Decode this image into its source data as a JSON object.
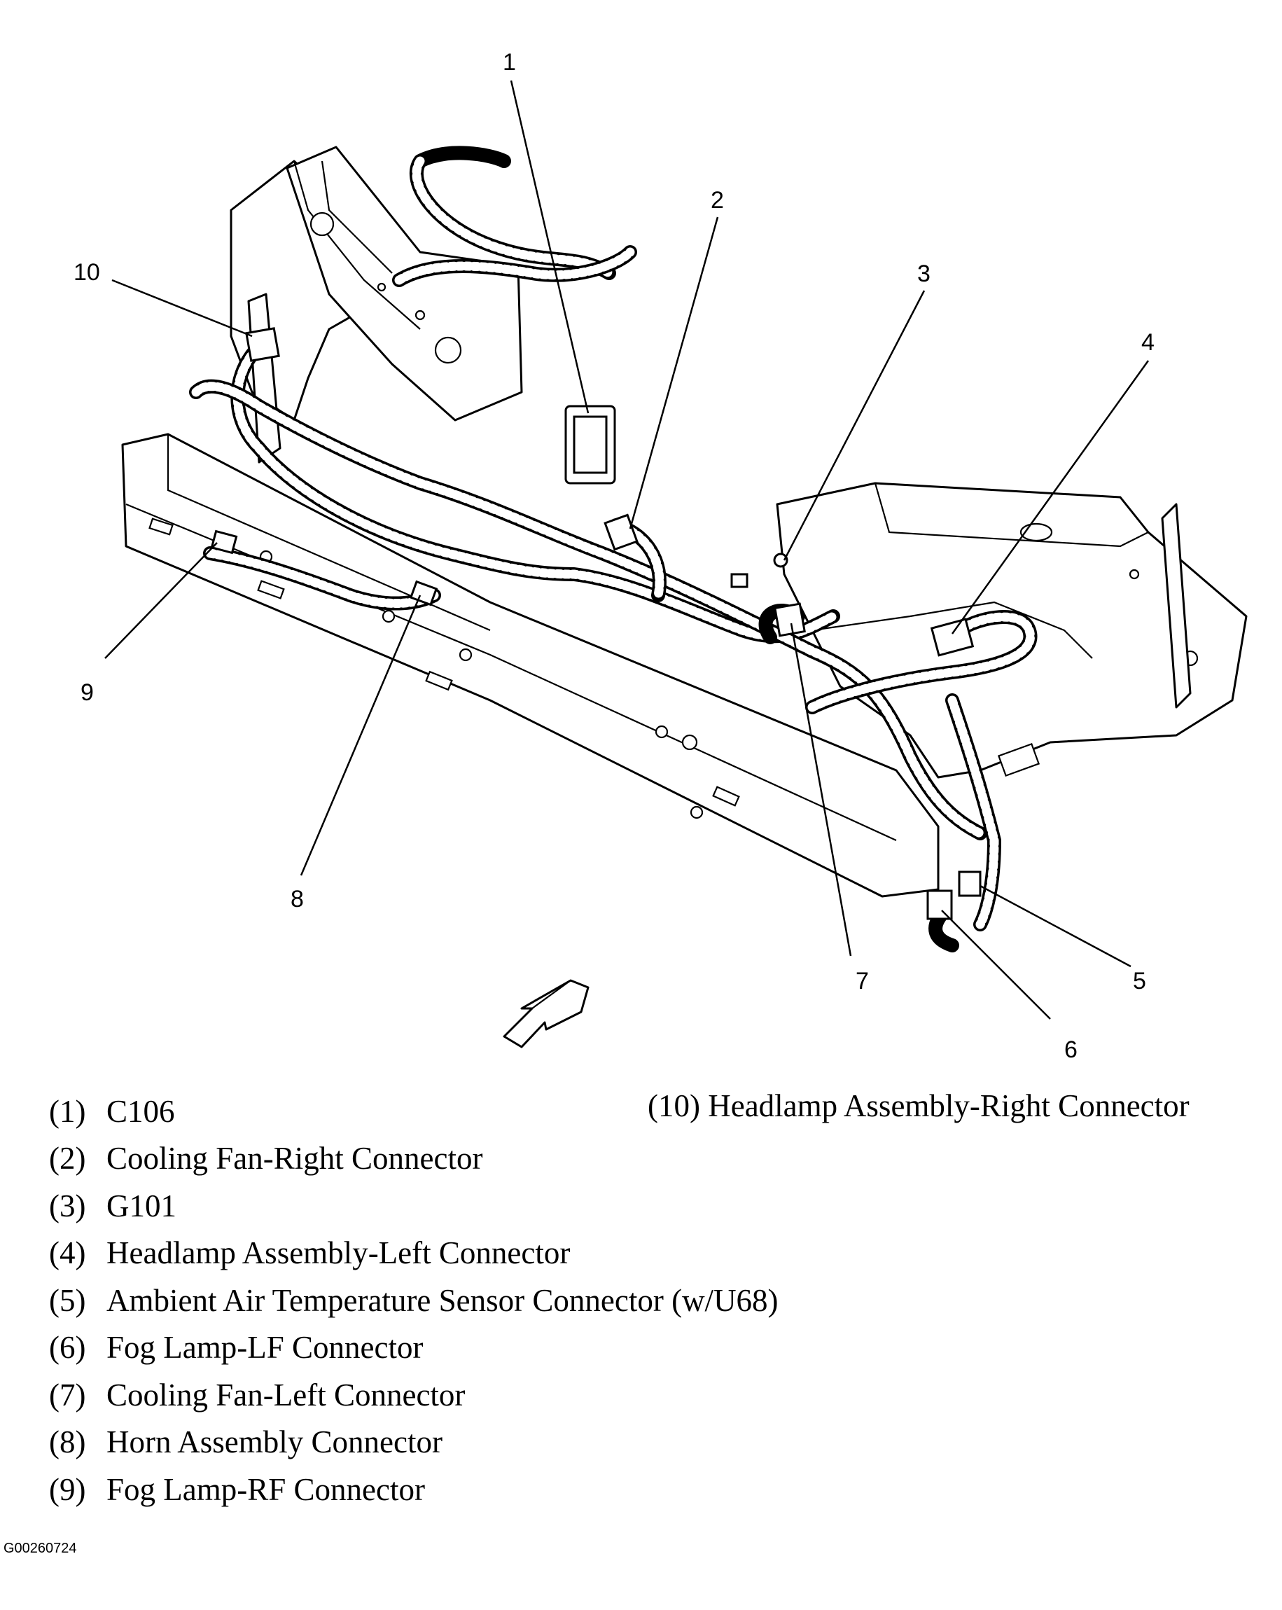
{
  "callouts": [
    "1",
    "2",
    "3",
    "4",
    "5",
    "6",
    "7",
    "8",
    "9",
    "10"
  ],
  "legend": [
    {
      "num": "(1)",
      "text": "C106"
    },
    {
      "num": "(2)",
      "text": "Cooling Fan-Right Connector"
    },
    {
      "num": "(3)",
      "text": "G101"
    },
    {
      "num": "(4)",
      "text": "Headlamp Assembly-Left Connector"
    },
    {
      "num": "(5)",
      "text": "Ambient Air Temperature Sensor Connector (w/U68)"
    },
    {
      "num": "(6)",
      "text": "Fog Lamp-LF Connector"
    },
    {
      "num": "(7)",
      "text": "Cooling Fan-Left Connector"
    },
    {
      "num": "(8)",
      "text": "Horn Assembly Connector"
    },
    {
      "num": "(9)",
      "text": "Fog Lamp-RF Connector"
    },
    {
      "num": "(10)",
      "text": "Headlamp Assembly-Right Connector"
    }
  ],
  "figure_id": "G00260724",
  "direction_arrow_icon": "front-direction-arrow-icon"
}
